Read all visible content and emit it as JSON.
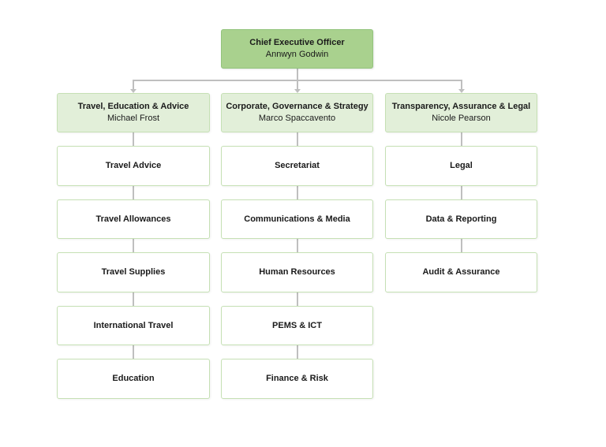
{
  "ceo": {
    "title": "Chief Executive Officer",
    "name": "Annwyn Godwin"
  },
  "divisions": [
    {
      "title": "Travel, Education & Advice",
      "name": "Michael Frost",
      "units": [
        "Travel Advice",
        "Travel Allowances",
        "Travel Supplies",
        "International Travel",
        "Education"
      ]
    },
    {
      "title": "Corporate, Governance & Strategy",
      "name": "Marco Spaccavento",
      "units": [
        "Secretariat",
        "Communications & Media",
        "Human Resources",
        "PEMS & ICT",
        "Finance & Risk"
      ]
    },
    {
      "title": "Transparency, Assurance & Legal",
      "name": "Nicole Pearson",
      "units": [
        "Legal",
        "Data & Reporting",
        "Audit & Assurance"
      ]
    }
  ],
  "colors": {
    "ceo_fill": "#a9d18e",
    "head_fill": "#e2efd9",
    "unit_fill": "#ffffff",
    "border": "#c5e0b4",
    "connector": "#bfbfbf"
  }
}
